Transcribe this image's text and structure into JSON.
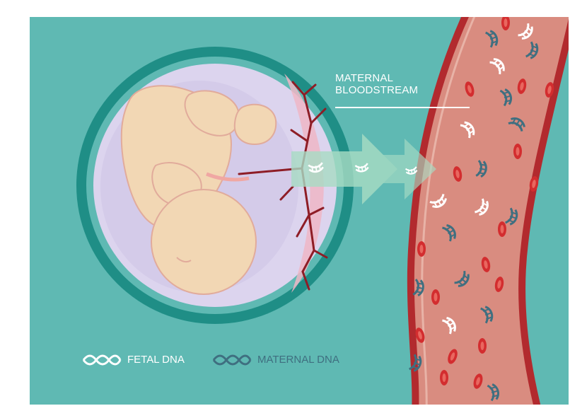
{
  "labels": {
    "bloodstream": "MATERNAL\nBLOODSTREAM"
  },
  "legend": {
    "fetal_dna": "FETAL DNA",
    "maternal_dna": "MATERNAL DNA"
  },
  "colors": {
    "background": "#5fb9b3",
    "womb_ring": "#1f8e86",
    "amniotic": "#dcd4ee",
    "fetus": "#f2d7b4",
    "fetus_outline": "#e1ab9b",
    "vessel_wall": "#b22a2e",
    "vessel_fill": "#d98c80",
    "red_cell": "#d32d2f",
    "fetal_dna": "#ffffff",
    "maternal_dna": "#3f6f80",
    "arrow": "#a8dcc4"
  },
  "icons": {
    "fetal_dna": "dna-helix-white-icon",
    "maternal_dna": "dna-helix-blue-icon"
  }
}
